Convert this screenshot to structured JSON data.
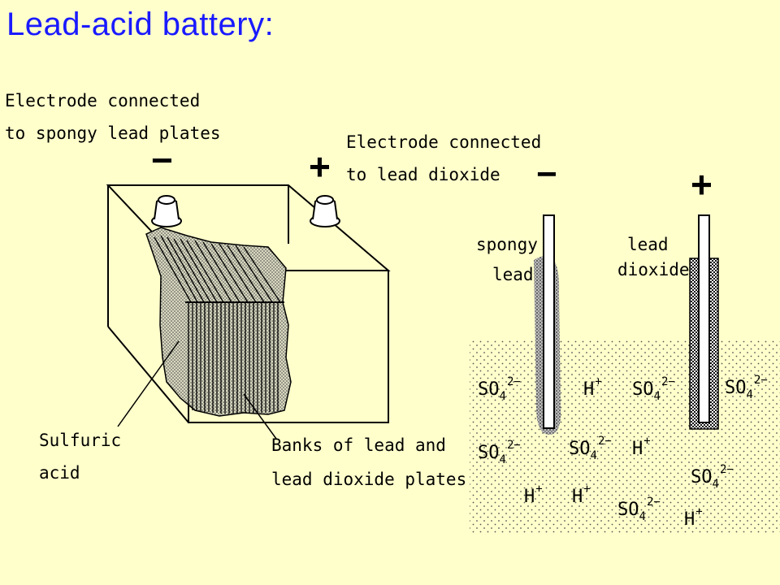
{
  "title": "Lead-acid battery:",
  "battery": {
    "neg_electrode_label_line1": "Electrode connected",
    "neg_electrode_label_line2": "to spongy lead plates",
    "pos_electrode_label_line1": "Electrode connected",
    "pos_electrode_label_line2": "to lead dioxide",
    "neg_sign": "−",
    "pos_sign": "+",
    "acid_label_line1": "Sulfuric",
    "acid_label_line2": "acid",
    "plates_label_line1": "Banks of lead and",
    "plates_label_line2": "lead dioxide plates"
  },
  "cell": {
    "neg_sign": "−",
    "pos_sign": "+",
    "neg_label_line1": "spongy",
    "neg_label_line2": "lead",
    "pos_label_line1": "lead",
    "pos_label_line2": "dioxide",
    "ion_so4_base": "SO",
    "ion_so4_sub": "4",
    "ion_so4_charge": "2−",
    "ion_h_base": "H",
    "ion_h_charge": "+"
  },
  "colors": {
    "background": "#ffffcc",
    "title": "#1a1aff"
  }
}
